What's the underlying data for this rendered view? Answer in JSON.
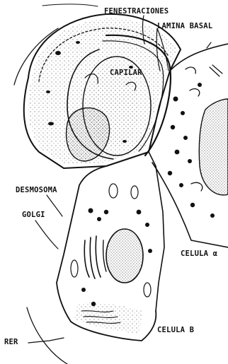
{
  "labels": {
    "fenestraciones": "FENESTRACIONES",
    "lamina_basal": "LAMINA BASAL",
    "capilar": "CAPILAR",
    "desmosoma": "DESMOSOMA",
    "golgi": "GOLGI",
    "celula_alpha": "CELULA α",
    "rer": "RER",
    "celula_beta": "CELULA B"
  },
  "colors": {
    "ink": "#111111",
    "background": "#ffffff"
  }
}
